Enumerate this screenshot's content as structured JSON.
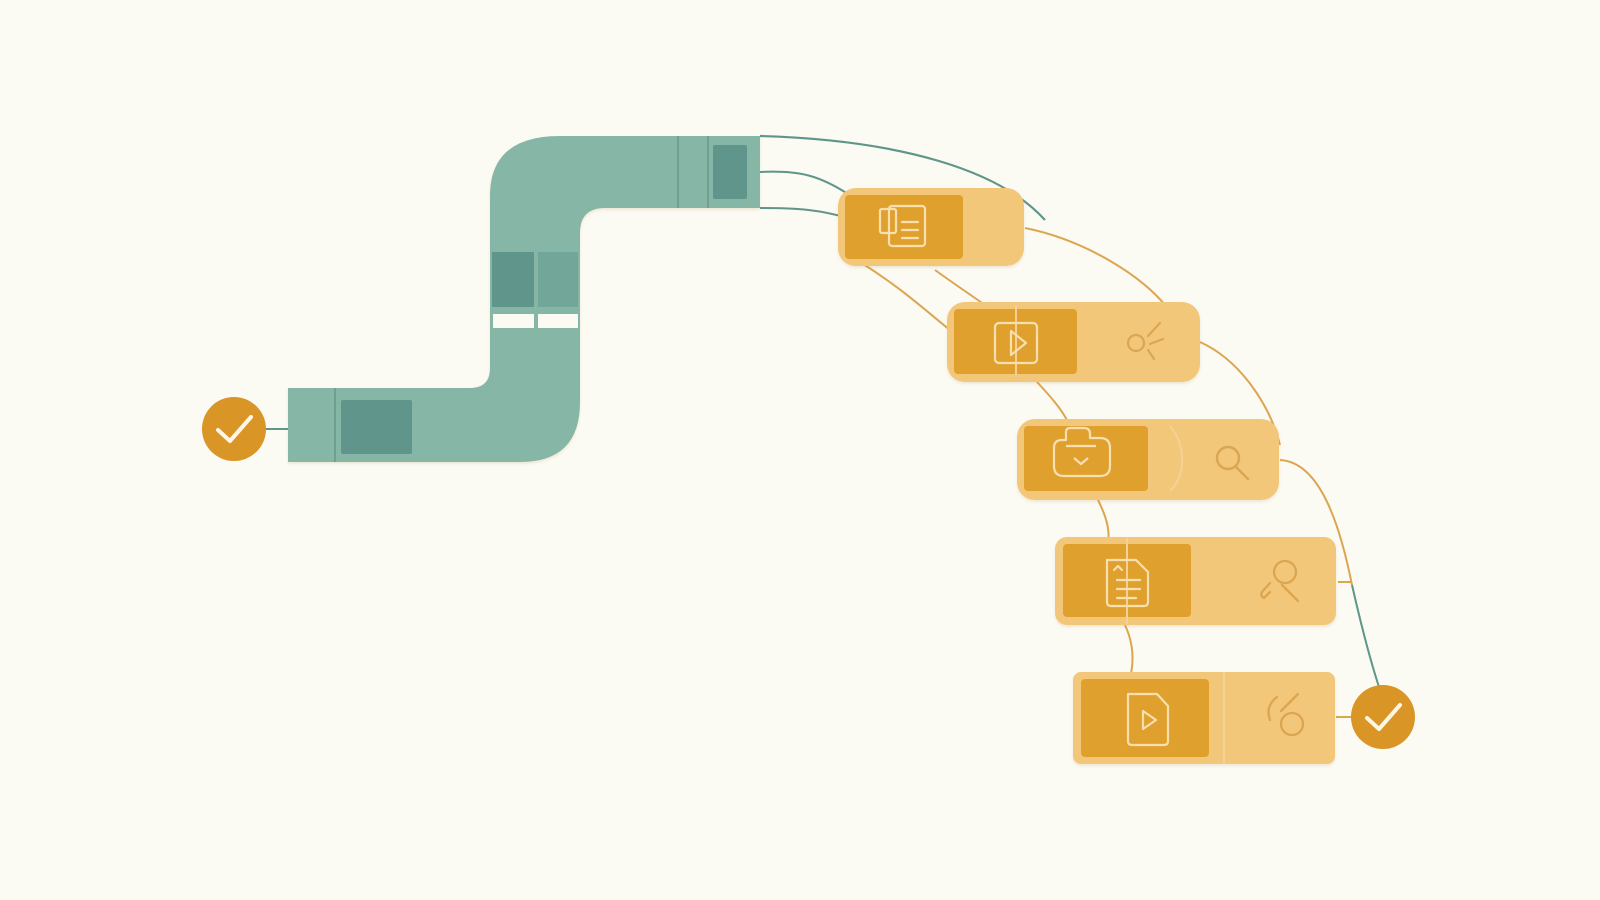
{
  "diagram": {
    "start": {
      "icon": "check-icon",
      "status": "complete"
    },
    "pipe": {
      "icon": "pipeline-segment-icon"
    },
    "stages": [
      {
        "id": "stage-1",
        "primary_icon": "document-icon",
        "secondary_icon": ""
      },
      {
        "id": "stage-2",
        "primary_icon": "play-icon",
        "secondary_icon": "spark-icon"
      },
      {
        "id": "stage-3",
        "primary_icon": "stack-icon",
        "secondary_icon": "search-icon"
      },
      {
        "id": "stage-4",
        "primary_icon": "document-icon",
        "secondary_icon": "pin-search-icon"
      },
      {
        "id": "stage-5",
        "primary_icon": "video-file-icon",
        "secondary_icon": "link-icon"
      }
    ],
    "end": {
      "icon": "check-icon",
      "status": "complete"
    },
    "colors": {
      "background": "#fbfaf3",
      "pipe": "#86b6a6",
      "pipe_dark": "#5f958a",
      "stage": "#f2c77a",
      "stage_dark": "#e0a02d",
      "connector_orange": "#dca651",
      "connector_teal": "#5f958a",
      "check": "#d99525"
    }
  }
}
